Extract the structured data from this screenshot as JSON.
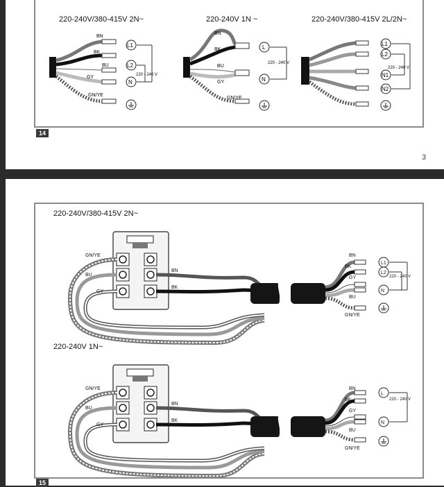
{
  "page_top": {
    "figure_number": "14",
    "page_number": "3",
    "diagrams": [
      {
        "title": "220-240V/380-415V 2N~",
        "voltage": "220 - 240 V",
        "wires": [
          "BN",
          "BK",
          "BU",
          "GY",
          "GN/YE"
        ],
        "terminals": [
          "L1",
          "L2",
          "N",
          "earth"
        ]
      },
      {
        "title": "220-240V 1N ~",
        "voltage": "220 - 240 V",
        "wires": [
          "BN",
          "BK",
          "BU",
          "GY",
          "GN/YE"
        ],
        "terminals": [
          "L",
          "N",
          "earth"
        ]
      },
      {
        "title": "220-240V/380-415V 2L/2N~",
        "voltage": "220 - 240 V",
        "terminals": [
          "L1",
          "L2",
          "N1",
          "N2",
          "earth"
        ]
      }
    ]
  },
  "page_bottom": {
    "figure_number": "15",
    "diagrams": [
      {
        "title": "220-240V/380-415V 2N~",
        "voltage": "220 - 240 V",
        "block_wires": [
          "GN/YE",
          "BU",
          "GY",
          "BN",
          "BK"
        ],
        "cable_wires": [
          "BN",
          "BK",
          "GY",
          "BU",
          "GN/YE"
        ],
        "terminals": [
          "L1",
          "L2",
          "N",
          "earth"
        ]
      },
      {
        "title": "220-240V 1N~",
        "voltage": "220 - 240 V",
        "block_wires": [
          "GN/YE",
          "BU",
          "GY",
          "BN",
          "BK"
        ],
        "cable_wires": [
          "BN",
          "BK",
          "GY",
          "BU",
          "GN/YE"
        ],
        "terminals": [
          "L",
          "N",
          "earth"
        ]
      }
    ]
  }
}
